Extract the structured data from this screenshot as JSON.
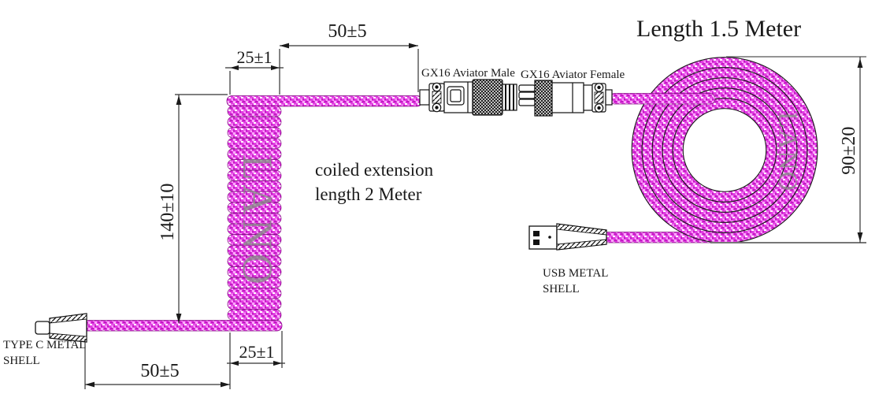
{
  "drawing": {
    "title_note": "Length 1.5 Meter",
    "dimensions": {
      "top_straight": "50±5",
      "top_coil_width": "25±1",
      "coil_height": "140±10",
      "bottom_coil_width": "25±1",
      "bottom_straight": "50±5",
      "spiral_diameter": "90±20"
    },
    "labels": {
      "gx16_male": "GX16 Aviator Male",
      "gx16_female": "GX16 Aviator Female",
      "coiled_line1": "coiled extension",
      "coiled_line2": "length 2 Meter",
      "typec_line1": "TYPE C METAL",
      "typec_line2": "SHELL",
      "usb_line1": "USB METAL",
      "usb_line2": "SHELL"
    },
    "watermark": "LANO",
    "colors": {
      "cable_magenta": "#E03CE0",
      "cable_highlight": "#F9A9F9",
      "cable_dark": "#C21CC2",
      "line_black": "#1a1a1a",
      "extension_gray": "#666666",
      "watermark_gray": "#8a8a8a"
    }
  }
}
